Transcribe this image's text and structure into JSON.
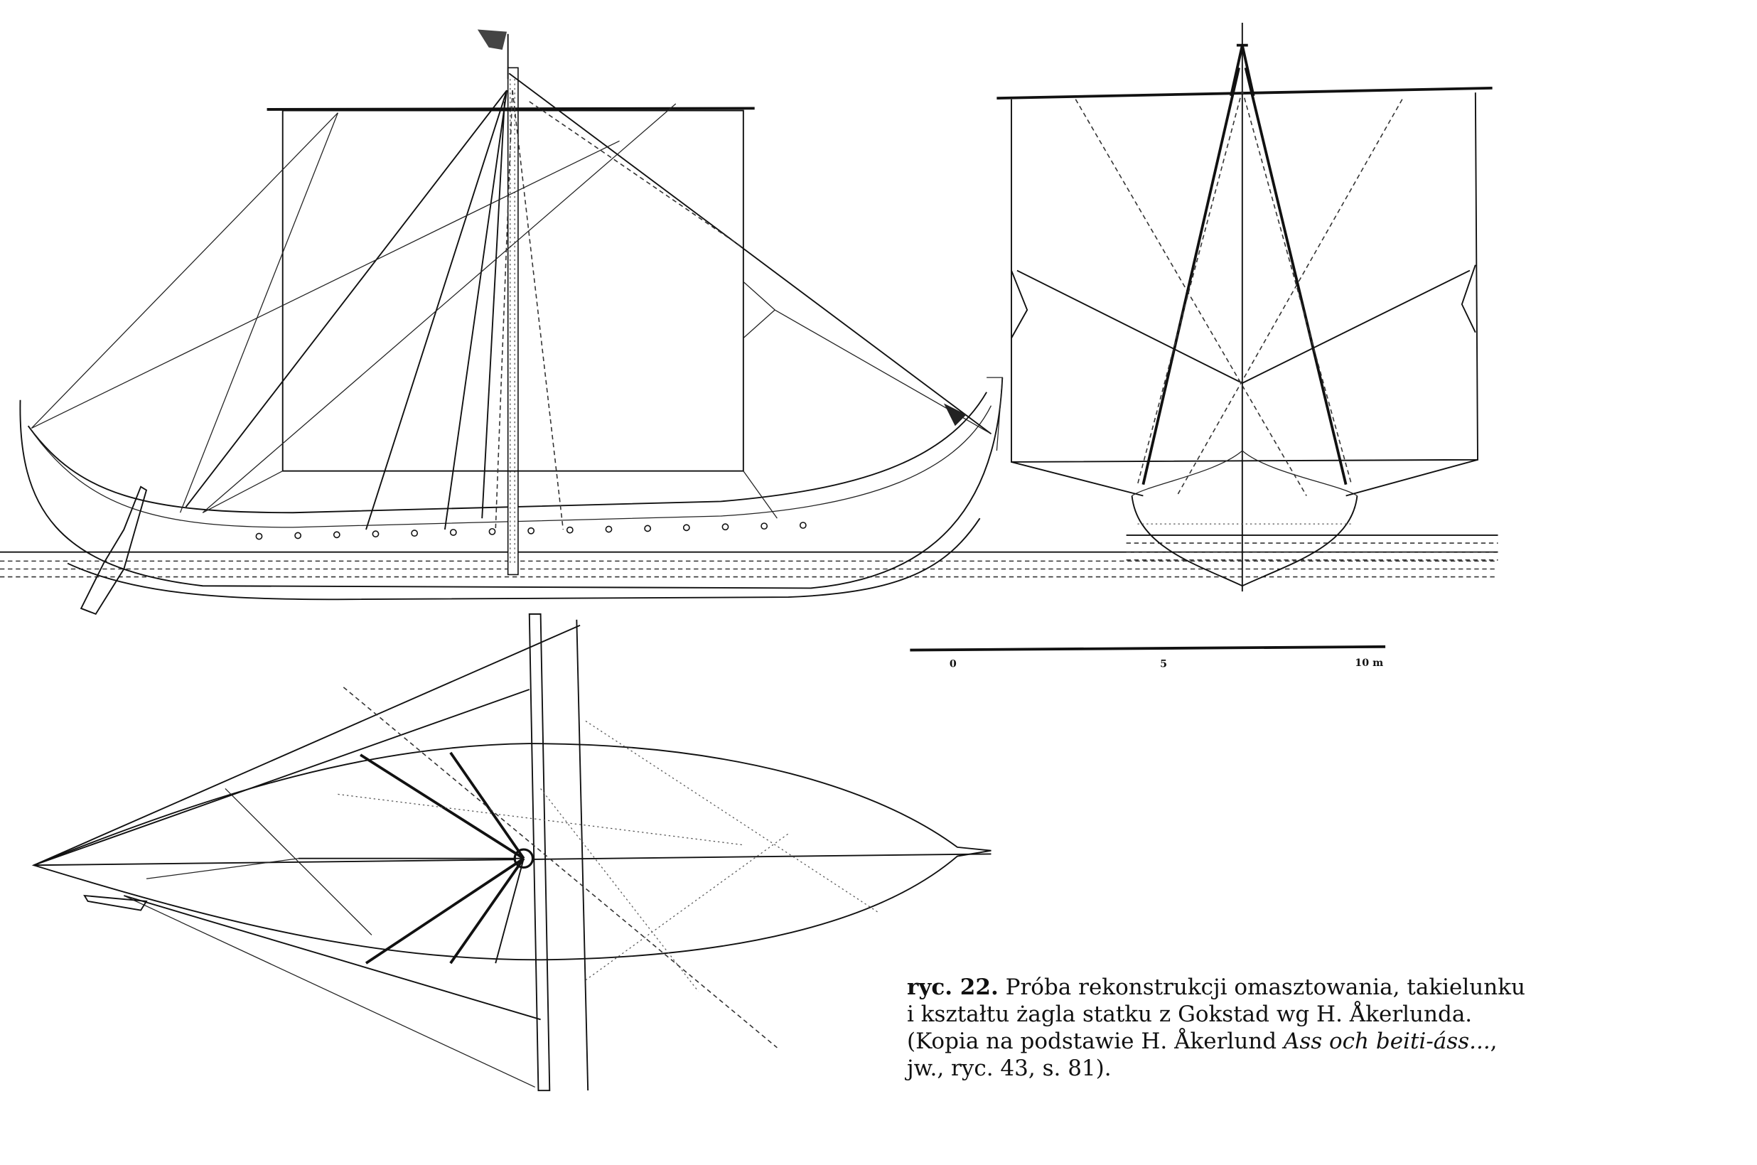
{
  "figure": {
    "caption": {
      "number": "ryc. 22.",
      "line1": "Próba rekonstrukcji omasztowania, takielunku",
      "line2": "i kształtu żagla statku z Gokstad wg H. Åkerlunda.",
      "line3_pre": "(Kopia na podstawie H. Åkerlund ",
      "line3_italic": "Ass och beiti-áss...",
      "line3_post": ",",
      "line4": "jw., ryc. 43, s. 81)."
    },
    "scale_bar": {
      "labels": [
        "0",
        "5",
        "10 m"
      ],
      "range_m": [
        0,
        10
      ]
    },
    "views": [
      "side-elevation",
      "front-elevation",
      "plan-view"
    ]
  }
}
